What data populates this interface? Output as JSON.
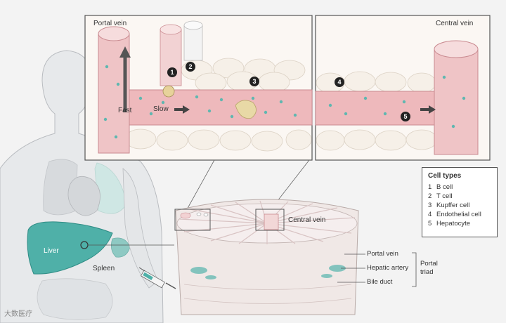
{
  "panels": {
    "left_title": "Portal vein",
    "right_title": "Central vein",
    "fast_label": "Fast",
    "slow_label": "Slow"
  },
  "body_labels": {
    "liver": "Liver",
    "spleen": "Spleen"
  },
  "lobule_labels": {
    "central_vein": "Central vein",
    "portal_vein": "Portal vein",
    "hepatic_artery": "Hepatic artery",
    "bile_duct": "Bile duct",
    "portal_triad": "Portal\ntriad"
  },
  "markers": [
    "1",
    "2",
    "3",
    "4",
    "5"
  ],
  "legend": {
    "title": "Cell types",
    "items": [
      {
        "num": "1",
        "name": "B cell"
      },
      {
        "num": "2",
        "name": "T cell"
      },
      {
        "num": "3",
        "name": "Kupffer cell"
      },
      {
        "num": "4",
        "name": "Endothelial cell"
      },
      {
        "num": "5",
        "name": "Hepatocyte"
      }
    ]
  },
  "colors": {
    "vessel": "#e9b3b6",
    "vessel_dark": "#d98d95",
    "hepatocyte": "#f7f1ea",
    "teal": "#5fb7b0",
    "liver": "#4fb0a8",
    "body": "#e4e6e8"
  },
  "watermark": "大数医疗"
}
